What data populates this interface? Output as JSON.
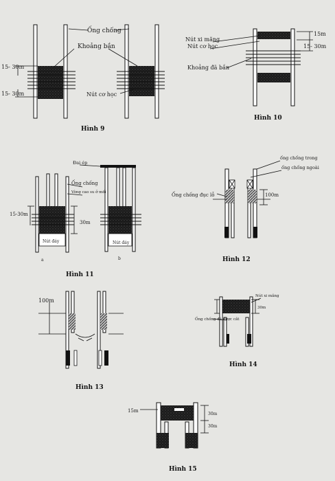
{
  "fig9": {
    "caption": "Hình 9",
    "ong_chong": "Ống chống",
    "khoang_ban": "Khoảng bắn",
    "dim_top": "15- 30m",
    "dim_bottom": "15- 30m",
    "nut_co_hoc": "Nút cơ học"
  },
  "fig10": {
    "caption": "Hình 10",
    "nut_xi_mang": "Nút xi măng",
    "nut_co_hoc": "Nút cơ học",
    "khoang_da_ban": "Khoảng đã bắn",
    "dim_15m": "15m",
    "dim_15_30m": "15- 30m"
  },
  "fig11": {
    "caption": "Hình 11",
    "dai_ep": "Đai ép",
    "ong_chong": "Ống chống",
    "vong_chan": "Vòng cao su ở mối",
    "dim_left": "15-30m",
    "dim_right": "30m",
    "nut_day_a": "Nút đáy",
    "nut_day_b": "Nút đáy",
    "sub_a": "a",
    "sub_b": "b"
  },
  "fig12": {
    "caption": "Hình 12",
    "ong_chong_trong": "ống chống trong",
    "ong_chong_ngoai": "ống chống ngoài",
    "ong_chong_duc_lo": "Ống chống đục lỗ",
    "dim": "100m"
  },
  "fig13": {
    "caption": "Hình 13",
    "dim": "100m"
  },
  "fig14": {
    "caption": "Hình 14",
    "nut_xi_mang": "Nút xi măng",
    "ong_chong_da_duoc_cat": "Ống chống đã được cắt",
    "dim": "30m"
  },
  "fig15": {
    "caption": "Hình 15",
    "dim_left": "15m",
    "dim_right_top": "30m",
    "dim_right_bottom": "30m"
  }
}
